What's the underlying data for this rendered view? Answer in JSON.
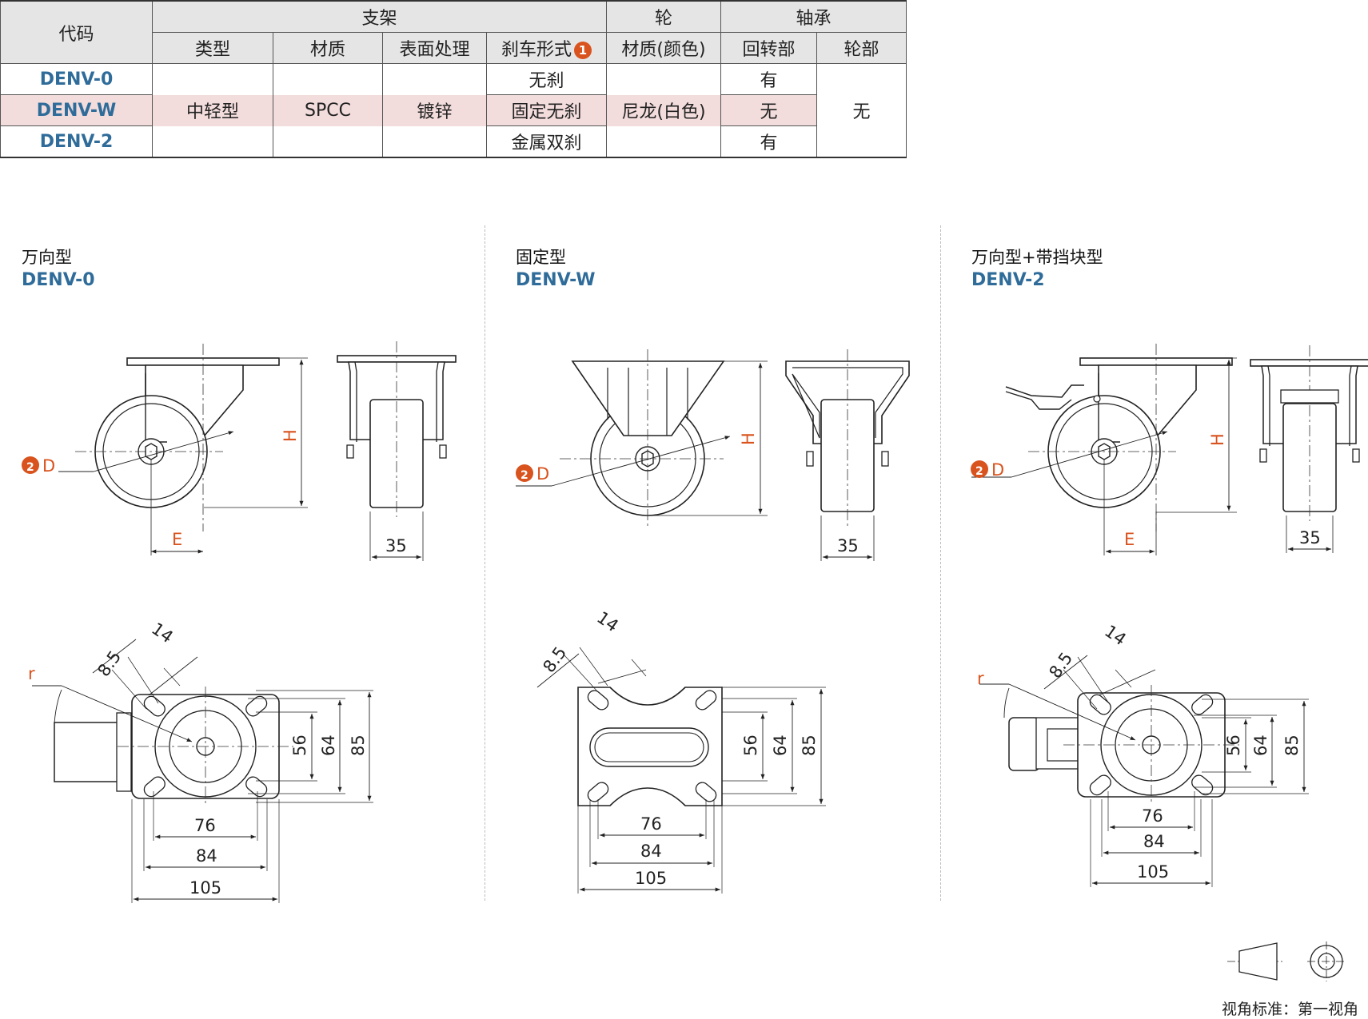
{
  "table": {
    "headers": {
      "code": "代码",
      "bracket": "支架",
      "wheel": "轮",
      "bearing": "轴承",
      "type": "类型",
      "material": "材质",
      "surface": "表面处理",
      "brake": "刹车形式",
      "wheel_material": "材质(颜色)",
      "swivel": "回转部",
      "wheel_part": "轮部"
    },
    "brake_note": "1",
    "rows": [
      {
        "code": "DENV-0",
        "brake": "无刹",
        "swivel": "有"
      },
      {
        "code": "DENV-W",
        "brake": "固定无刹",
        "swivel": "无"
      },
      {
        "code": "DENV-2",
        "brake": "金属双刹",
        "swivel": "有"
      }
    ],
    "shared": {
      "type": "中轻型",
      "material": "SPCC",
      "surface": "镀锌",
      "wheel_material": "尼龙(白色)",
      "wheel_part": "无"
    }
  },
  "sections": [
    {
      "title": "万向型",
      "code": "DENV-0"
    },
    {
      "title": "固定型",
      "code": "DENV-W"
    },
    {
      "title": "万向型+带挡块型",
      "code": "DENV-2"
    }
  ],
  "dims": {
    "D": "D",
    "D_note": "2",
    "H": "H",
    "E": "E",
    "width": "35",
    "hole": "8.5",
    "slot": "14",
    "r": "r",
    "v56": "56",
    "v64": "64",
    "v85": "85",
    "h76": "76",
    "h84": "84",
    "h105": "105"
  },
  "view_note": "视角标准：第一视角",
  "colors": {
    "accent_blue": "#2f6c9a",
    "accent_orange": "#d9531e",
    "highlight_row": "#f3dcdc"
  }
}
